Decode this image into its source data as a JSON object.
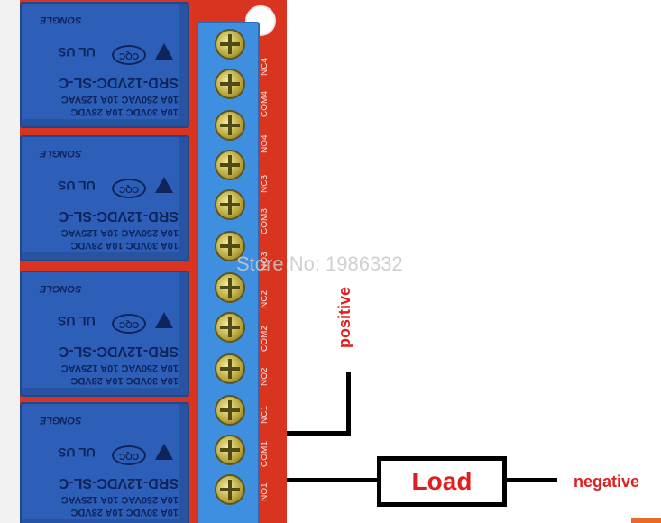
{
  "watermark": "Store No: 1986332",
  "relays": [
    {
      "model": "SRD-12VDC-SL-C",
      "line1": "10A 250VAC  10A 125VAC",
      "line2": "10A 30VDC  10A 28VDC",
      "brand": "SONGLE",
      "ul": "UL US",
      "cqc": "CQC"
    },
    {
      "model": "SRD-12VDC-SL-C",
      "line1": "10A 250VAC  10A 125VAC",
      "line2": "10A 30VDC  10A 28VDC",
      "brand": "SONGLE",
      "ul": "UL US",
      "cqc": "CQC"
    },
    {
      "model": "SRD-12VDC-SL-C",
      "line1": "10A 250VAC  10A 125VAC",
      "line2": "10A 30VDC  10A 28VDC",
      "brand": "SONGLE",
      "ul": "UL US",
      "cqc": "CQC"
    },
    {
      "model": "SRD-12VDC-SL-C",
      "line1": "10A 250VAC  10A 125VAC",
      "line2": "10A 30VDC  10A 28VDC",
      "brand": "SONGLE",
      "ul": "UL US",
      "cqc": "CQC"
    }
  ],
  "terminals": [
    "NC4",
    "COM4",
    "NO4",
    "NC3",
    "COM3",
    "NO3",
    "NC2",
    "COM2",
    "NO2",
    "NC1",
    "COM1",
    "NO1"
  ],
  "diagram": {
    "load_label": "Load",
    "positive_label": "positive",
    "negative_label": "negative"
  },
  "colors": {
    "pcb": "#d8341f",
    "relay_body": "#2d5fb8",
    "terminal_block": "#3f8fe0",
    "annotation_red": "#e01e1e"
  }
}
